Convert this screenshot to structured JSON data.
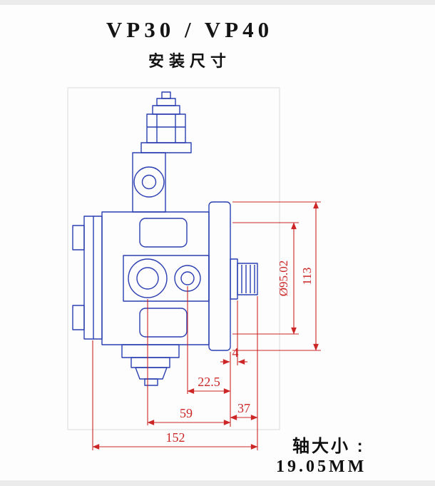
{
  "title": "VP30 / VP40",
  "subtitle": "安装尺寸",
  "dims": {
    "pilot_dia": "Ø95.02",
    "flange_height": "113",
    "d4": "4",
    "d22_5": "22.5",
    "d59": "59",
    "d37": "37",
    "d152": "152"
  },
  "footer": {
    "shaft_label": "轴大小 :",
    "shaft_value": "19.05MM"
  },
  "colors": {
    "drawing": "#2a3eb1",
    "dimension": "#cc2626",
    "frame": "#dcdcdc"
  }
}
